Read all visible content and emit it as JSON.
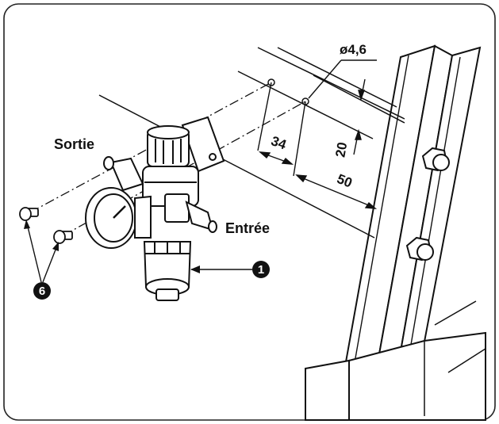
{
  "labels": {
    "outlet": "Sortie",
    "inlet": "Entrée",
    "hole_diameter": "ø4,6",
    "dim_34": "34",
    "dim_20": "20",
    "dim_50": "50"
  },
  "callouts": {
    "regulator": "1",
    "screws": "6"
  }
}
